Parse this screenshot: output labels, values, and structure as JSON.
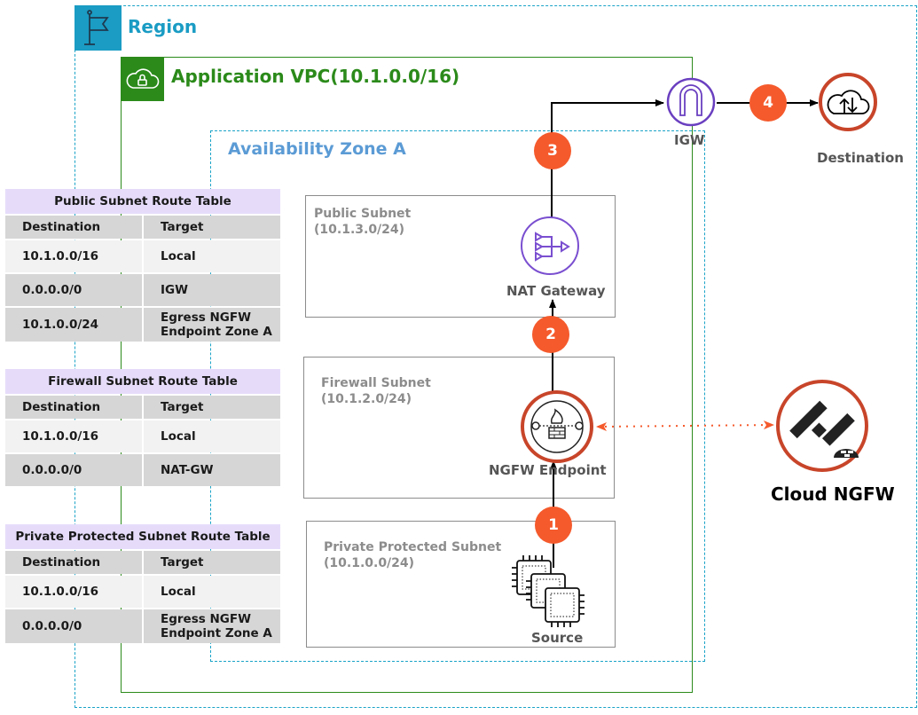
{
  "region": {
    "title": "Region",
    "icon": "flag-icon",
    "color": "#1a9cc4"
  },
  "vpc": {
    "title": "Application VPC(10.1.0.0/16)",
    "icon": "cloud-lock-icon",
    "color": "#2b8a1a"
  },
  "az": {
    "title": "Availability Zone A",
    "color": "#5b9bd5"
  },
  "subnets": {
    "public": {
      "name": "Public Subnet",
      "cidr": "(10.1.3.0/24)"
    },
    "firewall": {
      "name": "Firewall Subnet",
      "cidr": "(10.1.2.0/24)"
    },
    "private": {
      "name": "Private Protected Subnet",
      "cidr": "(10.1.0.0/24)"
    }
  },
  "nodes": {
    "igw": {
      "label": "IGW",
      "icon": "internet-gateway-icon"
    },
    "destination": {
      "label": "Destination",
      "icon": "cloud-upload-download-icon"
    },
    "nat": {
      "label": "NAT Gateway",
      "icon": "nat-gateway-icon"
    },
    "ngfw_endpoint": {
      "label": "NGFW Endpoint",
      "icon": "firewall-endpoint-icon"
    },
    "source": {
      "label": "Source",
      "icon": "chip-instances-icon"
    },
    "cloud_ngfw": {
      "label": "Cloud NGFW",
      "icon": "palo-alto-logo-icon"
    }
  },
  "steps": [
    "1",
    "2",
    "3",
    "4"
  ],
  "colors": {
    "step_badge": "#f55a2c",
    "ring": "#c8452a",
    "igw_ring": "#6a3fc0",
    "table_header": "#e6dcfa"
  },
  "route_tables": {
    "public": {
      "title": "Public Subnet Route Table",
      "headers": [
        "Destination",
        "Target"
      ],
      "rows": [
        [
          "10.1.0.0/16",
          "Local"
        ],
        [
          "0.0.0.0/0",
          "IGW"
        ],
        [
          "10.1.0.0/24",
          "Egress NGFW Endpoint Zone A"
        ]
      ]
    },
    "firewall": {
      "title": "Firewall Subnet Route Table",
      "headers": [
        "Destination",
        "Target"
      ],
      "rows": [
        [
          "10.1.0.0/16",
          "Local"
        ],
        [
          "0.0.0.0/0",
          "NAT-GW"
        ]
      ]
    },
    "private": {
      "title": "Private Protected Subnet Route Table",
      "headers": [
        "Destination",
        "Target"
      ],
      "rows": [
        [
          "10.1.0.0/16",
          "Local"
        ],
        [
          "0.0.0.0/0",
          "Egress NGFW Endpoint Zone A"
        ]
      ]
    }
  }
}
